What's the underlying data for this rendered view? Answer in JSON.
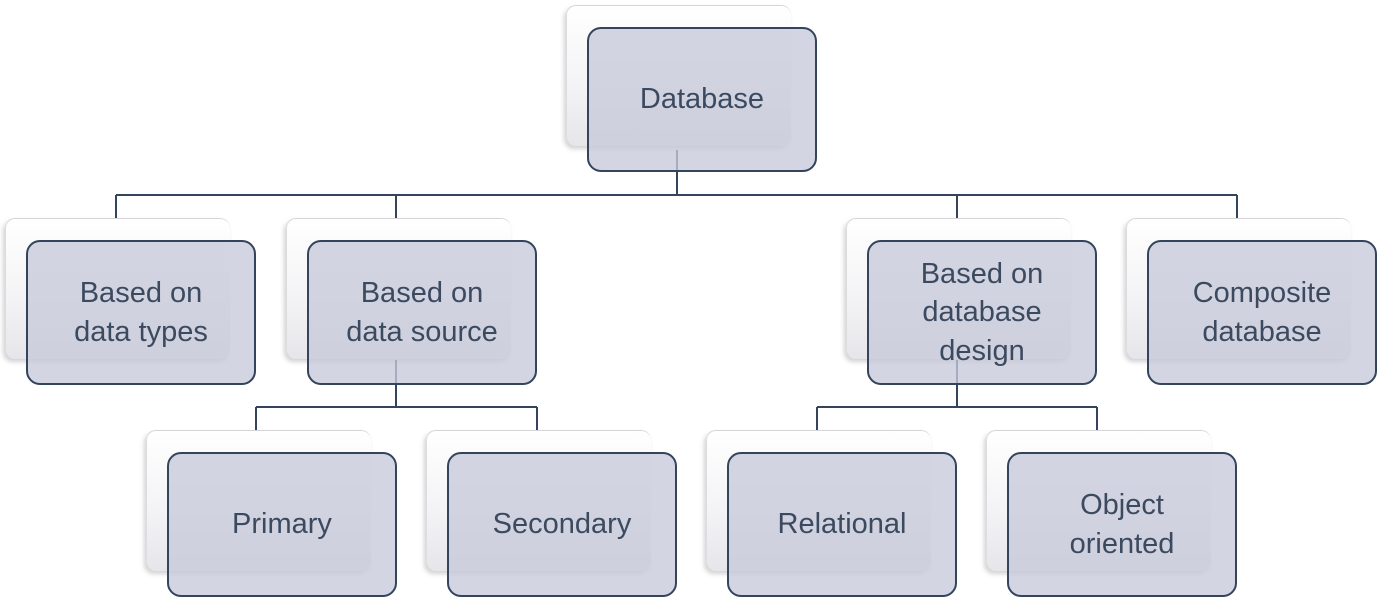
{
  "diagram": {
    "root": {
      "label": "Database"
    },
    "level1": [
      {
        "id": "data-types",
        "label": "Based on\ndata types"
      },
      {
        "id": "data-source",
        "label": "Based on\ndata source"
      },
      {
        "id": "database-design",
        "label": "Based on\ndatabase\ndesign"
      },
      {
        "id": "composite",
        "label": "Composite\ndatabase"
      }
    ],
    "level2": [
      {
        "id": "primary",
        "parent": "data-source",
        "label": "Primary"
      },
      {
        "id": "secondary",
        "parent": "data-source",
        "label": "Secondary"
      },
      {
        "id": "relational",
        "parent": "database-design",
        "label": "Relational"
      },
      {
        "id": "object-oriented",
        "parent": "database-design",
        "label": "Object\noriented"
      }
    ]
  },
  "colors": {
    "box_fill": "#c7c9da",
    "box_border": "#34445c",
    "text": "#3c4a60",
    "connector": "#34445c"
  }
}
